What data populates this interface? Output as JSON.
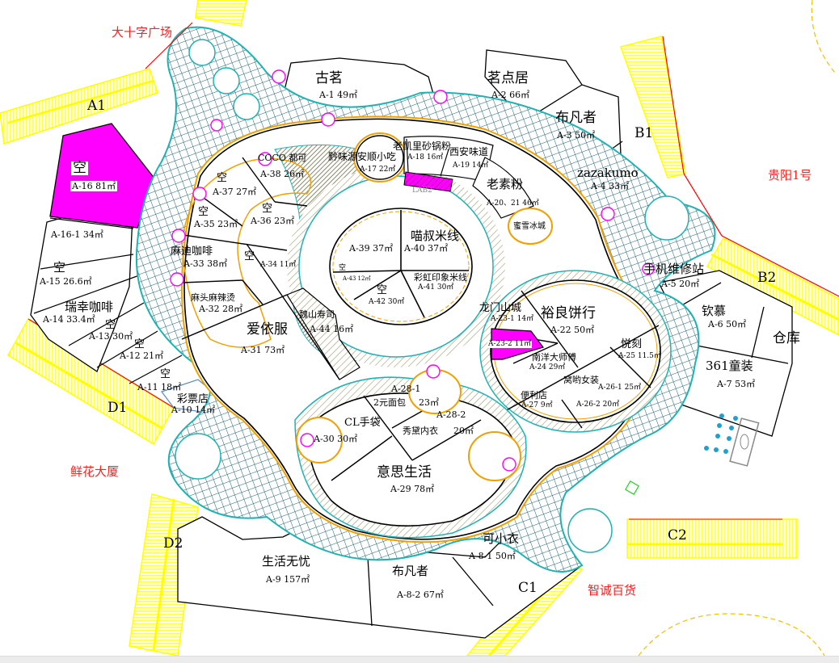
{
  "landmarks": {
    "north_west": "大十字广场",
    "east": "贵阳1号",
    "west": "鲜花大厦",
    "south_east": "智诚百货"
  },
  "escalators": {
    "A1": "A1",
    "B1": "B1",
    "B2": "B2",
    "C1": "C1",
    "C2": "C2",
    "D1": "D1",
    "D2": "D2"
  },
  "colors": {
    "plaza_grid": "#1a5f72",
    "plaza_outline": "#20b2b2",
    "escalator": "#ffff00",
    "hatch": "#8a8a6a",
    "vacant_highlight": "#ff00ff",
    "boundary_red": "#ff0000",
    "outline_orange": "#f0a000"
  },
  "shops": [
    {
      "id": "A-1",
      "name": "古茗",
      "area": "A-1 49㎡"
    },
    {
      "id": "A-2",
      "name": "茗点居",
      "area": "A-2 66㎡"
    },
    {
      "id": "A-3",
      "name": "布凡者",
      "area": "A-3 50㎡"
    },
    {
      "id": "A-4",
      "name": "zazakumo",
      "area": "A-4 33㎡"
    },
    {
      "id": "A-5",
      "name": "手机维修站",
      "area": "A-5 20㎡"
    },
    {
      "id": "A-6",
      "name": "钦慕",
      "area": "A-6 50㎡"
    },
    {
      "id": "warehouse",
      "name": "仓库",
      "area": ""
    },
    {
      "id": "A-7",
      "name": "361童装",
      "area": "A-7 53㎡"
    },
    {
      "id": "A-8-1",
      "name": "可小衣",
      "area": "A-8-1 50㎡"
    },
    {
      "id": "A-8-2",
      "name": "布凡者",
      "area": "A-8-2 67㎡"
    },
    {
      "id": "A-9",
      "name": "生活无忧",
      "area": "A-9 157㎡"
    },
    {
      "id": "A-10",
      "name": "彩票店",
      "area": "A-10 14㎡"
    },
    {
      "id": "A-11",
      "name": "空",
      "area": "A-11 18㎡"
    },
    {
      "id": "A-12",
      "name": "空",
      "area": "A-12 21㎡"
    },
    {
      "id": "A-13",
      "name": "空",
      "area": "A-13 30㎡"
    },
    {
      "id": "A-14",
      "name": "瑞幸咖啡",
      "area": "A-14 33.4㎡"
    },
    {
      "id": "A-15",
      "name": "空",
      "area": "A-15 26.6㎡"
    },
    {
      "id": "A-16-1",
      "name": "",
      "area": "A-16-1 34㎡"
    },
    {
      "id": "A-16",
      "name": "空",
      "area": "A-16 81㎡"
    },
    {
      "id": "A-17",
      "name": "黔味源安顺小吃",
      "area": "A-17 22㎡"
    },
    {
      "id": "A-18",
      "name": "老凯里砂锅粉",
      "area": "A-18 16㎡"
    },
    {
      "id": "A-19",
      "name": "西安味道",
      "area": "A-19 14㎡"
    },
    {
      "id": "A-20-21",
      "name": "老素粉",
      "area": "A-20、21 46㎡"
    },
    {
      "id": "mixue",
      "name": "蜜雪冰城",
      "area": ""
    },
    {
      "id": "A-22",
      "name": "裕良饼行",
      "area": "A-22 50㎡"
    },
    {
      "id": "A-23-1",
      "name": "龙门山城",
      "area": "A-23-1 14㎡"
    },
    {
      "id": "A-23-2",
      "name": "",
      "area": "A-23-2 11㎡"
    },
    {
      "id": "A-24",
      "name": "南洋大师傅",
      "area": "A-24 29㎡"
    },
    {
      "id": "A-25",
      "name": "悦刻",
      "area": "A-25 11.5㎡"
    },
    {
      "id": "A-26-1",
      "name": "窝哟女装",
      "area": "A-26-1 25㎡"
    },
    {
      "id": "A-26-2",
      "name": "",
      "area": "A-26-2 20㎡"
    },
    {
      "id": "A-27",
      "name": "便利店",
      "area": "A-27 9㎡"
    },
    {
      "id": "A-28-1",
      "name": "2元面包",
      "area": "A-28-1",
      "area2": "23㎡"
    },
    {
      "id": "A-28-2",
      "name": "秀黛内衣",
      "area": "A-28-2",
      "area2": "20㎡"
    },
    {
      "id": "A-29",
      "name": "意思生活",
      "area": "A-29 78㎡"
    },
    {
      "id": "A-30",
      "name": "CL手袋",
      "area": "A-30 30㎡"
    },
    {
      "id": "A-31",
      "name": "爱依服",
      "area": "A-31 73㎡"
    },
    {
      "id": "A-32",
      "name": "麻头麻辣烫",
      "area": "A-32 28㎡"
    },
    {
      "id": "A-33",
      "name": "麻迪咖啡",
      "area": "A-33 38㎡"
    },
    {
      "id": "A-34",
      "name": "空",
      "area": "A-34 11㎡"
    },
    {
      "id": "A-35",
      "name": "空",
      "area": "A-35 23㎡"
    },
    {
      "id": "A-36",
      "name": "空",
      "area": "A-36 23㎡"
    },
    {
      "id": "A-37",
      "name": "空",
      "area": "A-37 27㎡"
    },
    {
      "id": "A-38",
      "name": "COCO 都可",
      "area": "A-38 26㎡"
    },
    {
      "id": "A-39",
      "name": "",
      "area": "A-39 37㎡"
    },
    {
      "id": "A-40",
      "name": "喵叔米线",
      "area": "A-40 37㎡"
    },
    {
      "id": "A-41",
      "name": "彩虹印象米线",
      "area": "A-41 30㎡"
    },
    {
      "id": "A-42",
      "name": "空",
      "area": "A-42 30㎡"
    },
    {
      "id": "A-43",
      "name": "空",
      "area": "A-43 12㎡"
    },
    {
      "id": "A-44",
      "name": "魏山寿司",
      "area": "A-44 16㎡"
    }
  ],
  "misc_labels": {
    "lab2": "LAB2"
  }
}
